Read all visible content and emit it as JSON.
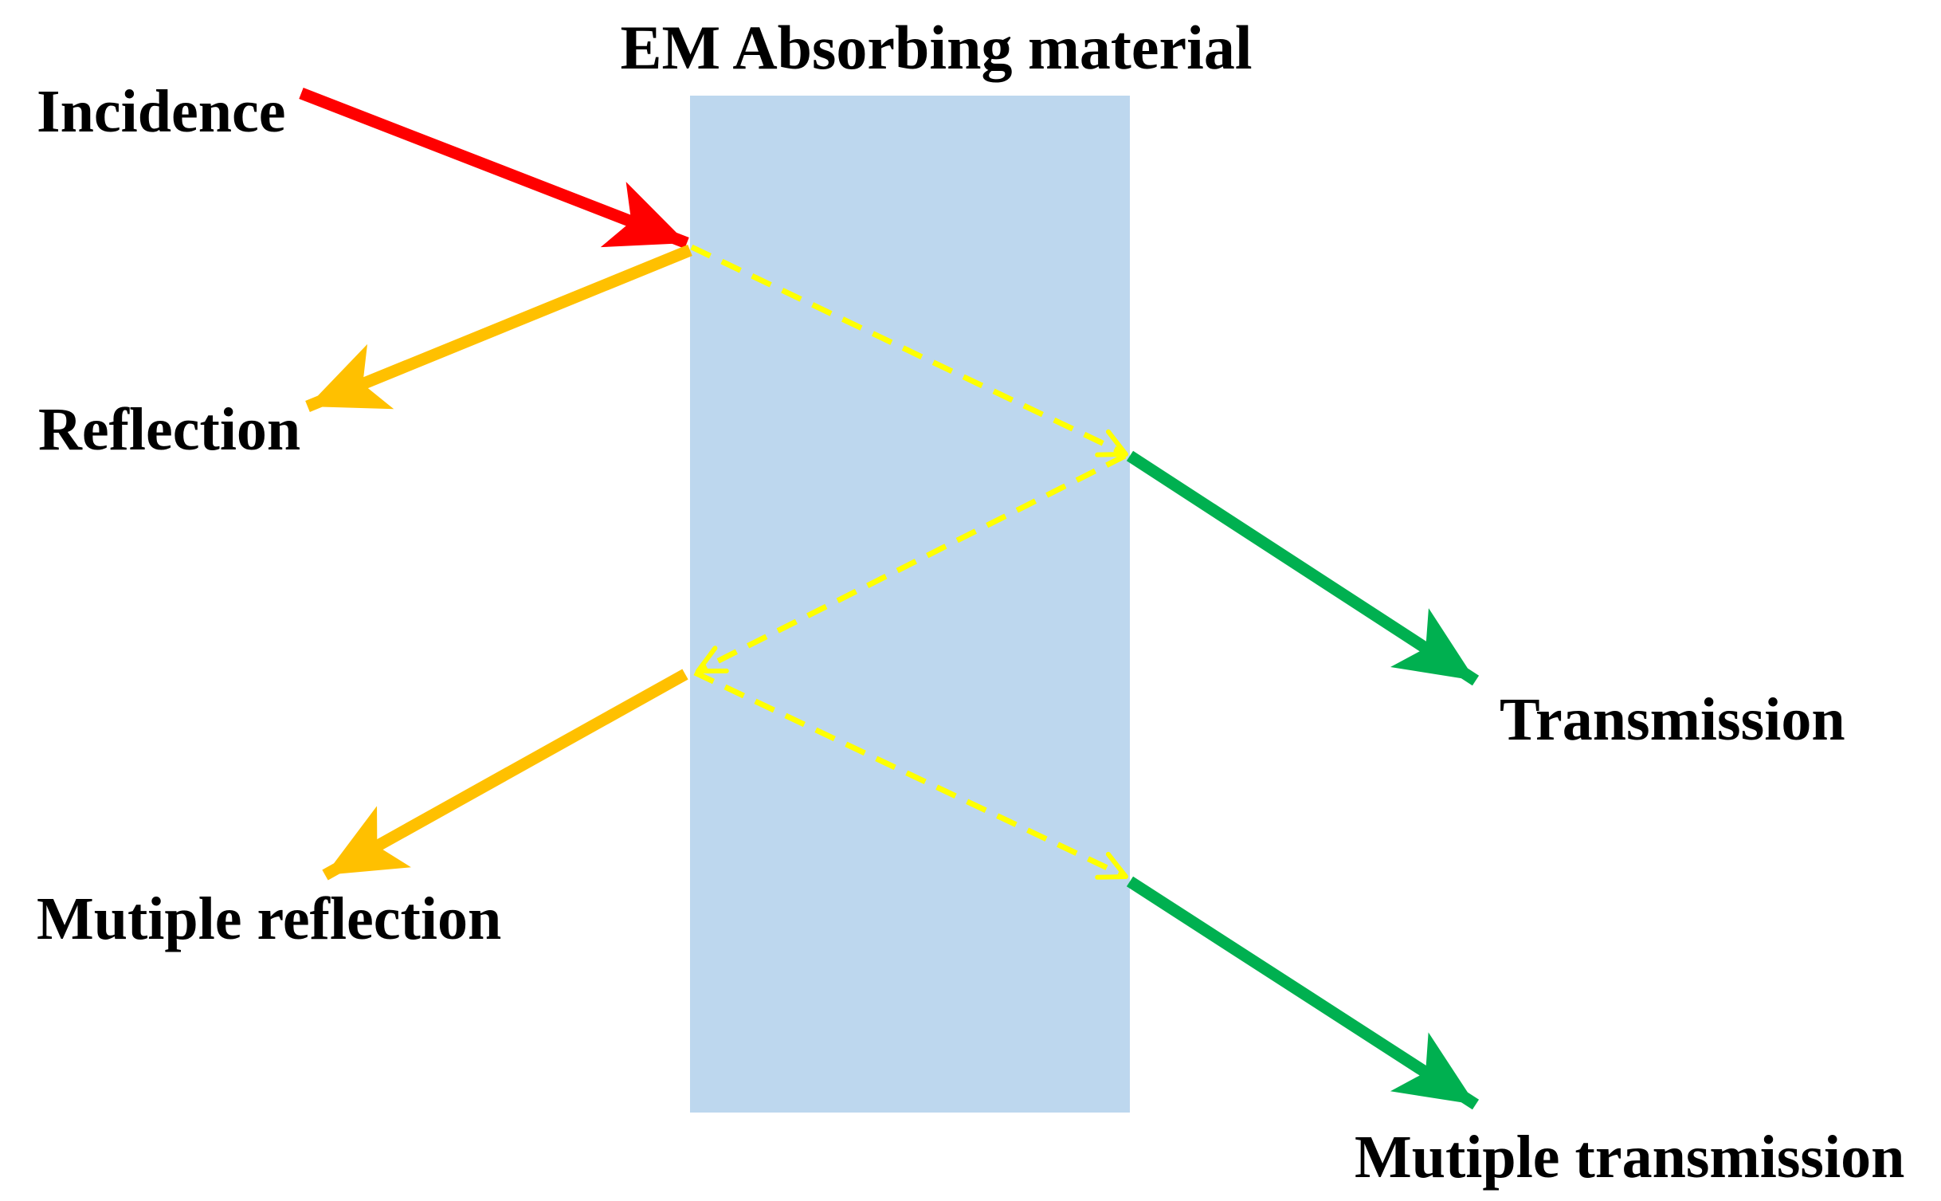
{
  "diagram": {
    "title": "EM Absorbing material",
    "labels": {
      "incidence": "Incidence",
      "reflection": "Reflection",
      "transmission": "Transmission",
      "multiple_reflection": "Mutiple reflection",
      "multiple_transmission": "Mutiple transmission"
    },
    "colors": {
      "material": "#bdd7ee",
      "incidence": "#ff0000",
      "reflection": "#ffc000",
      "transmission": "#00b050",
      "internal": "#ffff00",
      "text": "#000000"
    }
  }
}
